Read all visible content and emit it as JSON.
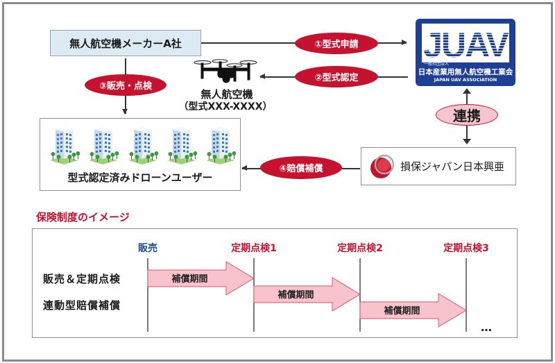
{
  "diagram": {
    "maker": {
      "label": "無人航空機メーカーA社"
    },
    "steps": {
      "apply": "①型式申請",
      "certify": "②型式認定",
      "sale_inspection": "③販売・点検",
      "compensation": "④賠償補償"
    },
    "drone": {
      "name": "無人航空機",
      "model": "（型式XXX-XXXX）"
    },
    "juav": {
      "logo_text": "JUAV",
      "org_type": "一般社団法人",
      "org_name": "日本産業用無人航空機工業会",
      "org_name_en": "JAPAN UAV ASSOCIATION"
    },
    "cooperation": "連携",
    "insurer": {
      "name": "損保ジャパン日本興亜"
    },
    "users": {
      "label": "型式認定済みドローンユーザー",
      "building_count": 5
    }
  },
  "insurance_image": {
    "title": "保険制度のイメージ",
    "row_label_line1": "販売＆定期点検",
    "row_label_line2": "連動型賠償補償",
    "milestones": [
      {
        "label": "販売",
        "color": "#1f4e8c"
      },
      {
        "label": "定期点検1",
        "color": "#c4122f"
      },
      {
        "label": "定期点検2",
        "color": "#c4122f"
      },
      {
        "label": "定期点検3",
        "color": "#c4122f"
      }
    ],
    "periods": [
      "補償期間",
      "補償期間",
      "補償期間"
    ],
    "continuation": "…"
  },
  "colors": {
    "accent_red": "#c4122f",
    "juav_blue": "#1f3f94",
    "maker_box_bg": "#dcebf3",
    "period_arrow_fill": "#f9c3cb",
    "cooperation_fill": "#f7c6cc"
  }
}
